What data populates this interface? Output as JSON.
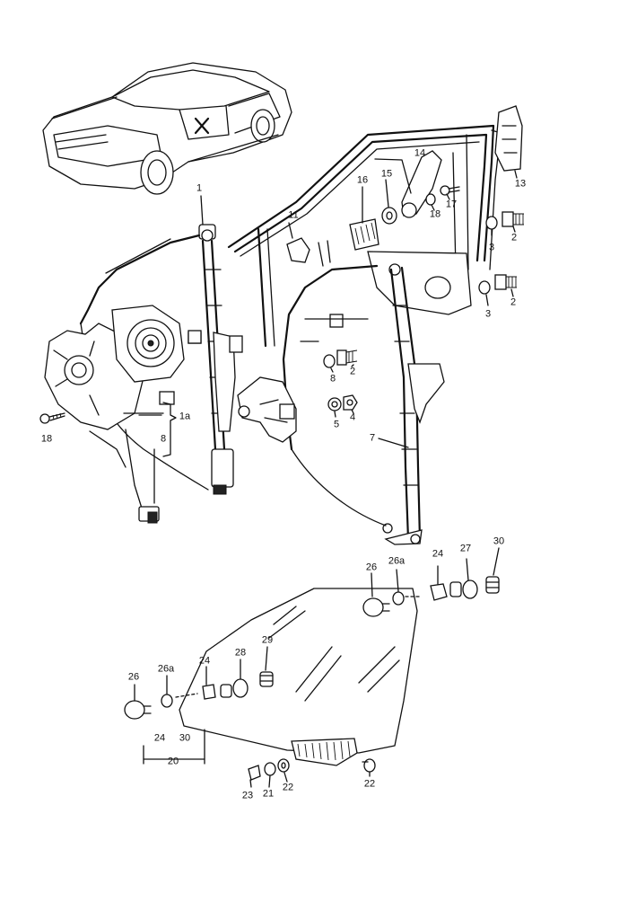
{
  "labels": {
    "l1": "1",
    "l1a": "1a",
    "l8a": "8",
    "l18a": "18",
    "l11": "11",
    "l14": "14",
    "l15": "15",
    "l16": "16",
    "l18b": "18",
    "l17": "17",
    "l13": "13",
    "l3a": "3",
    "l2a": "2",
    "l3b": "3",
    "l2b": "2",
    "l8b": "8",
    "l2c": "2",
    "l5": "5",
    "l4": "4",
    "l7": "7",
    "l24a": "24",
    "l27": "27",
    "l30a": "30",
    "l26a": "26",
    "l26aa": "26a",
    "l29": "29",
    "l28": "28",
    "l26b": "26",
    "l26ab": "26a",
    "l24b": "24",
    "l24c": "24",
    "l30b": "30",
    "l20": "20",
    "l23": "23",
    "l21": "21",
    "l22a": "22",
    "l22b": "22"
  }
}
